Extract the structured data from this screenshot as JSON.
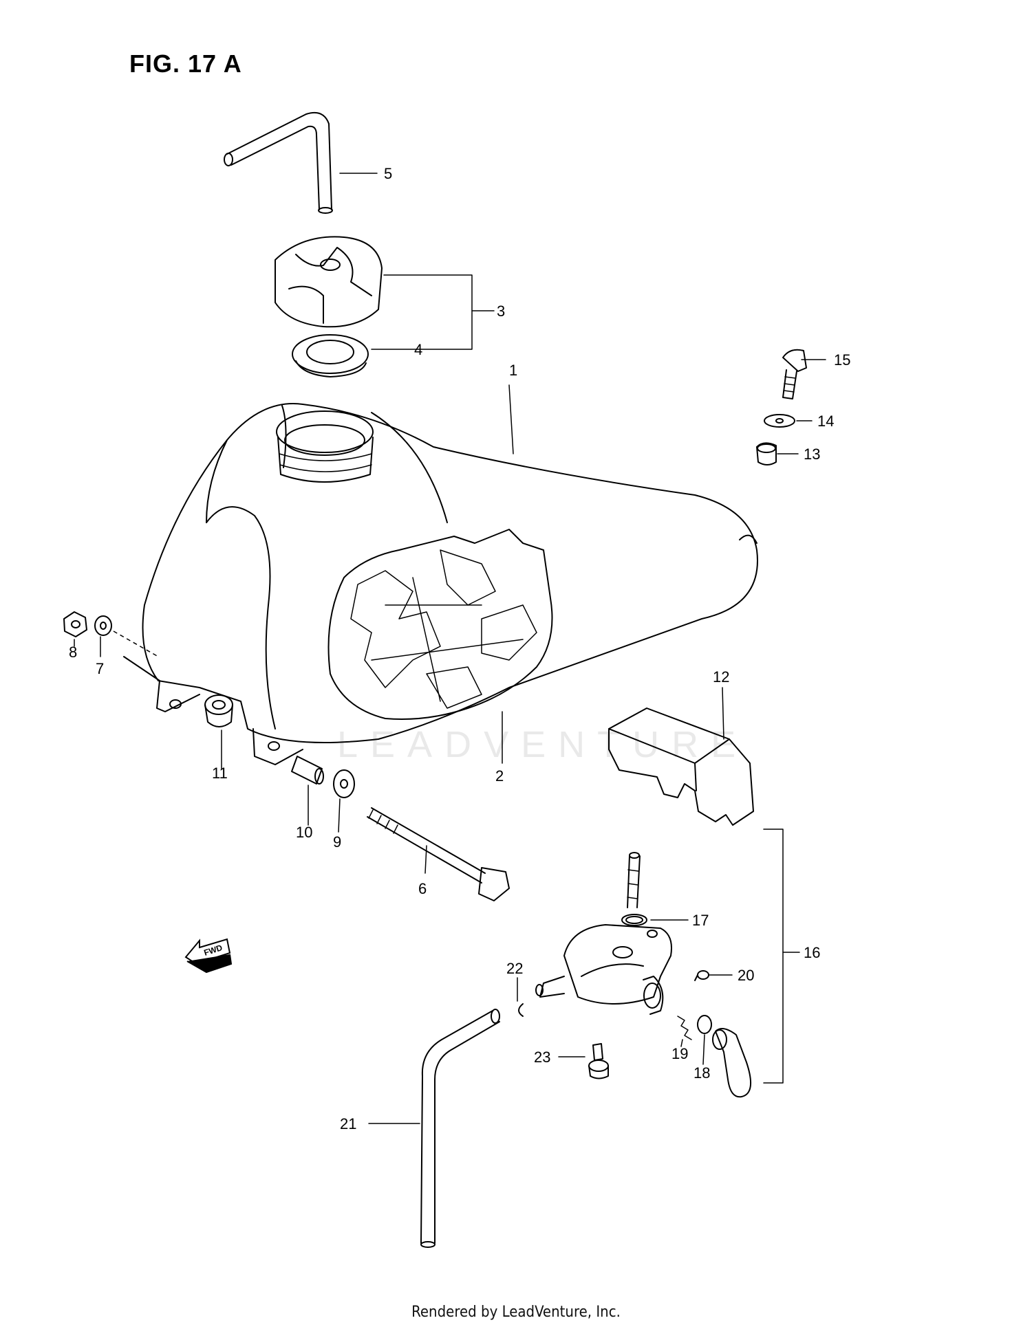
{
  "figure": {
    "title": "FIG. 17 A"
  },
  "watermark": "LEADVENTURE",
  "footer": "Rendered by LeadVenture, Inc.",
  "direction_indicator": {
    "label": "FWD",
    "icon": "forward-arrow-icon"
  },
  "callouts": [
    "1",
    "2",
    "3",
    "4",
    "5",
    "6",
    "7",
    "8",
    "9",
    "10",
    "11",
    "12",
    "13",
    "14",
    "15",
    "16",
    "17",
    "18",
    "19",
    "20",
    "21",
    "22",
    "23"
  ]
}
